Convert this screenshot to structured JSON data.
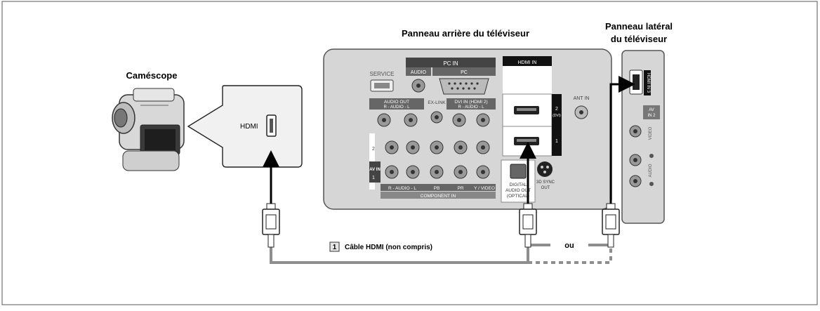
{
  "labels": {
    "camcorder_title": "Caméscope",
    "rear_panel_title": "Panneau arrière du téléviseur",
    "side_panel_title_line1": "Panneau latéral",
    "side_panel_title_line2": "du téléviseur",
    "camcorder_port": "HDMI",
    "cable_number": "1",
    "cable_caption": "Câble HDMI (non compris)",
    "or_text": "ou"
  },
  "rear_panel": {
    "pc_in": "PC IN",
    "audio": "AUDIO",
    "pc": "PC",
    "service": "SERVICE",
    "hdmi_in": "HDMI IN",
    "hdmi_2": "2",
    "dvi_tag": "(DVI)",
    "hdmi_1": "1",
    "ant_in": "ANT IN",
    "audio_out": "AUDIO OUT",
    "audio_out_sub": "R - AUDIO - L",
    "ex_link": "EX-LINK",
    "dvi_in": "DVI IN (HDMI 2)",
    "dvi_in_sub": "R - AUDIO - L",
    "row_2": "2",
    "row_1": "1",
    "av_in": "AV IN",
    "bottom_audio": "R - AUDIO - L",
    "pb": "PB",
    "pr": "PR",
    "y_video": "Y / VIDEO",
    "component_in": "COMPONENT IN",
    "digital_audio_line1": "DIGITAL",
    "digital_audio_line2": "AUDIO OUT",
    "digital_audio_line3": "(OPTICAL)",
    "sync_line1": "3D SYNC",
    "sync_line2": "OUT"
  },
  "side_panel": {
    "hdmi_in_3": "HDMI IN 3",
    "av_in_2_line1": "AV",
    "av_in_2_line2": "IN 2",
    "video": "VIDEO",
    "audio": "AUDIO"
  }
}
